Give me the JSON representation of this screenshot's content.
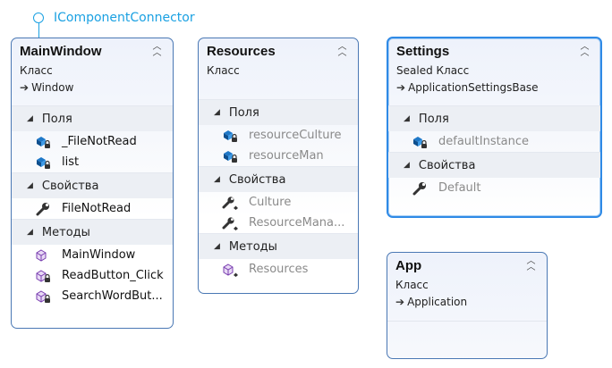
{
  "interface": {
    "name": "IComponentConnector"
  },
  "classes": {
    "main": {
      "name": "MainWindow",
      "kind": "Класс",
      "base": "Window",
      "sections": [
        {
          "title": "Поля",
          "members": [
            {
              "name": "_FileNotRead",
              "icon": "field-private-icon"
            },
            {
              "name": "list",
              "icon": "field-private-icon"
            }
          ]
        },
        {
          "title": "Свойства",
          "members": [
            {
              "name": "FileNotRead",
              "icon": "property-icon"
            }
          ]
        },
        {
          "title": "Методы",
          "members": [
            {
              "name": "MainWindow",
              "icon": "method-icon"
            },
            {
              "name": "ReadButton_Click",
              "icon": "method-private-icon"
            },
            {
              "name": "SearchWordBut...",
              "icon": "method-private-icon"
            }
          ]
        }
      ]
    },
    "resources": {
      "name": "Resources",
      "kind": "Класс",
      "sections": [
        {
          "title": "Поля",
          "members": [
            {
              "name": "resourceCulture",
              "icon": "field-private-icon"
            },
            {
              "name": "resourceMan",
              "icon": "field-private-icon"
            }
          ]
        },
        {
          "title": "Свойства",
          "members": [
            {
              "name": "Culture",
              "icon": "property-internal-icon"
            },
            {
              "name": "ResourceMana...",
              "icon": "property-internal-icon"
            }
          ]
        },
        {
          "title": "Методы",
          "members": [
            {
              "name": "Resources",
              "icon": "method-internal-icon"
            }
          ]
        }
      ]
    },
    "settings": {
      "name": "Settings",
      "kind": "Sealed Класс",
      "base": "ApplicationSettingsBase",
      "sections": [
        {
          "title": "Поля",
          "members": [
            {
              "name": "defaultInstance",
              "icon": "field-private-icon"
            }
          ]
        },
        {
          "title": "Свойства",
          "members": [
            {
              "name": "Default",
              "icon": "property-icon"
            }
          ]
        }
      ]
    },
    "app": {
      "name": "App",
      "kind": "Класс",
      "base": "Application"
    }
  }
}
